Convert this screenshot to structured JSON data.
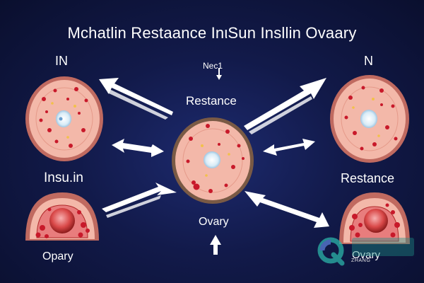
{
  "title": "Mchatlin Restaance InιSun Insllin Ovaary",
  "labels": {
    "top_left": "IN",
    "top_right": "N",
    "center_top_small": "Nec1",
    "center_top": "Restance",
    "left_mid": "Insu.in",
    "right_mid": "Restance",
    "center_bottom": "Ovary",
    "bottom_left": "Opary",
    "bottom_right": "Ovary"
  },
  "watermark": {
    "sub_text": "ZHANG",
    "icon": "q-logo-icon"
  },
  "colors": {
    "background": "#121a4a",
    "cell_fill": "#f3b8a9",
    "cell_border": "#c06a60",
    "center_border": "#7a5a45",
    "dot": "#c8192a",
    "nucleus": "#d9ecf7",
    "arrow": "#ffffff"
  }
}
